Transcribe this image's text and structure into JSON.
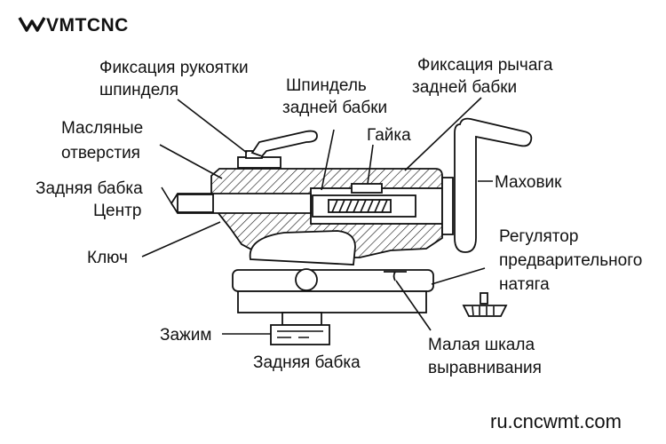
{
  "brand": {
    "logo": "VMTCNC",
    "site": "ru.cncwmt.com"
  },
  "labels": {
    "spindle_handle_lock": [
      "Фиксация рукоятки",
      "шпинделя"
    ],
    "tailstock_spindle": [
      "Шпиндель",
      "задней бабки"
    ],
    "tailstock_lever_lock": [
      "Фиксация рычага",
      "задней бабки"
    ],
    "nut": "Гайка",
    "oil_holes": [
      "Масляные",
      "отверстия"
    ],
    "tailstock": "Задняя бабка",
    "center": "Центр",
    "handwheel": "Маховик",
    "preload_regulator": [
      "Регулятор",
      "предварительного",
      "натяга"
    ],
    "key": "Ключ",
    "clamp": "Зажим",
    "tailstock_base": "Задняя бабка",
    "small_level_scale": [
      "Малая шкала",
      "выравнивания"
    ]
  }
}
